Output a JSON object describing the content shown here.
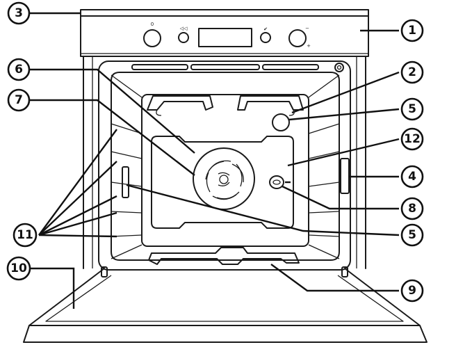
{
  "callouts": [
    {
      "id": "1",
      "label": "1"
    },
    {
      "id": "2",
      "label": "2"
    },
    {
      "id": "3",
      "label": "3"
    },
    {
      "id": "4",
      "label": "4"
    },
    {
      "id": "5a",
      "label": "5"
    },
    {
      "id": "5b",
      "label": "5"
    },
    {
      "id": "6",
      "label": "6"
    },
    {
      "id": "7",
      "label": "7"
    },
    {
      "id": "8",
      "label": "8"
    },
    {
      "id": "9",
      "label": "9"
    },
    {
      "id": "10",
      "label": "10"
    },
    {
      "id": "11",
      "label": "11"
    },
    {
      "id": "12",
      "label": "12"
    }
  ],
  "control_panel": {
    "left_knob_mark": "0",
    "rewind_symbol": "◁◁",
    "check_symbol": "✔",
    "minus_symbol": "−",
    "plus_symbol": "+"
  },
  "icons": [
    "control-knob-icon",
    "rewind-button-icon",
    "confirm-button-icon",
    "convection-fan-icon",
    "oven-lamp-icon"
  ]
}
